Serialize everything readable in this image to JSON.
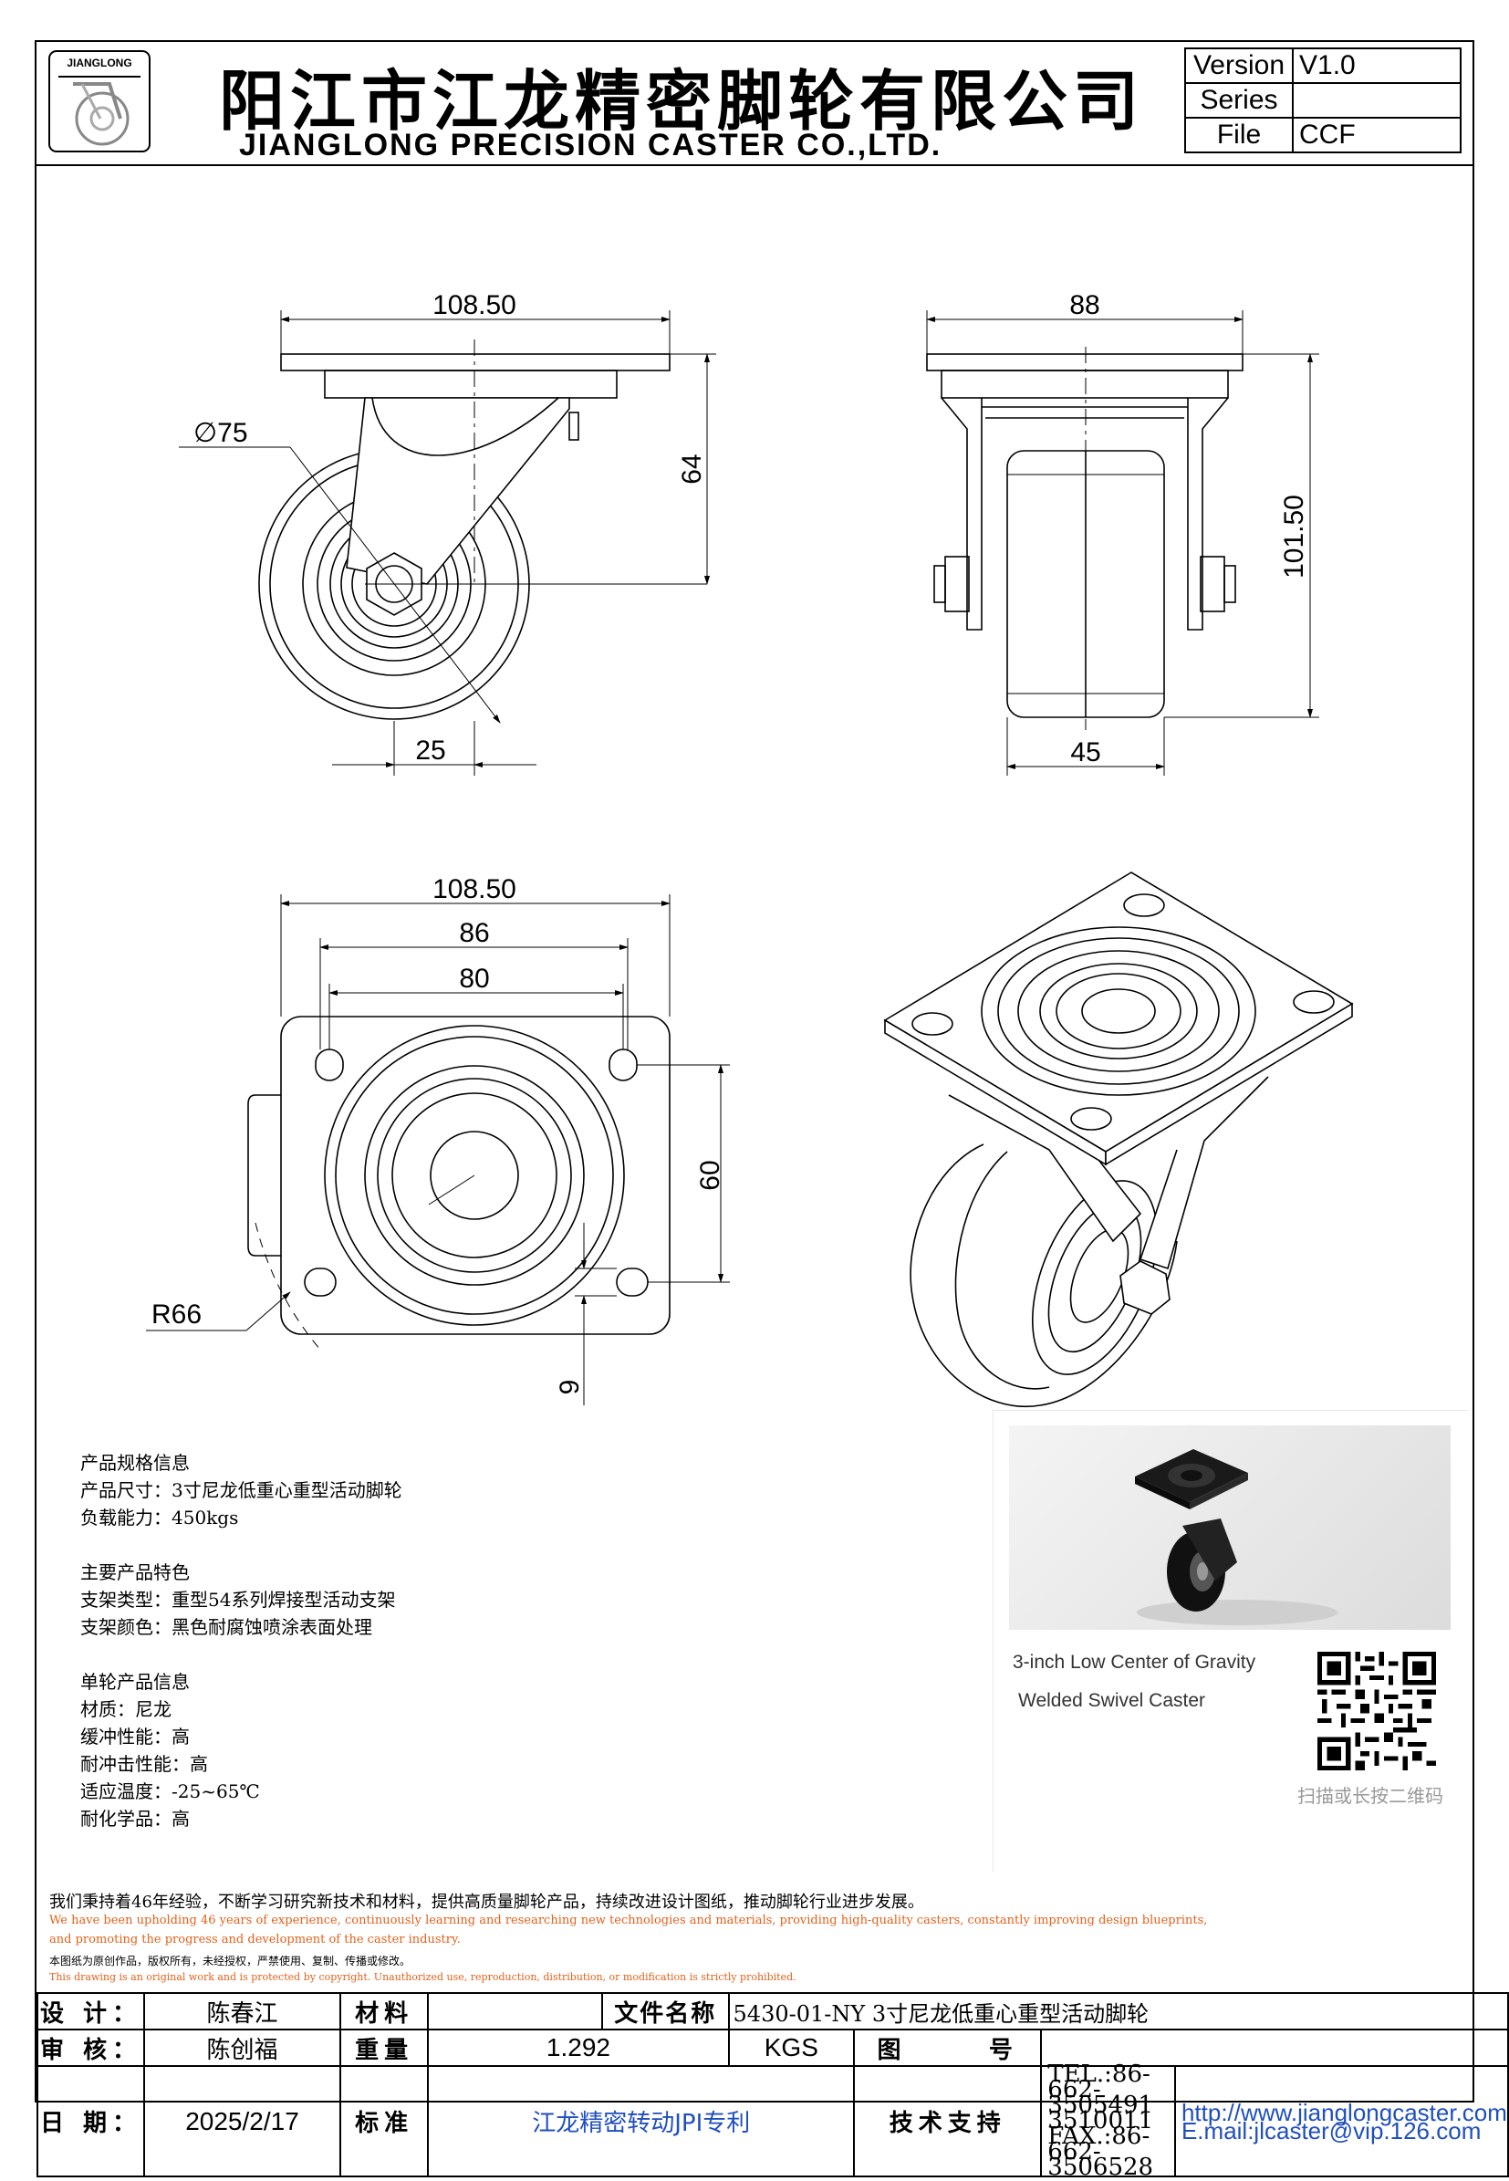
{
  "header": {
    "logo_text": "JIANGLONG",
    "company_cn": "阳江市江龙精密脚轮有限公司",
    "company_en": "JIANGLONG PRECISION CASTER CO.,LTD.",
    "version_label": "Version",
    "version_value": "V1.0",
    "series_label": "Series",
    "series_value": "",
    "file_label": "File",
    "file_value": "CCF"
  },
  "dimensions": {
    "side_width": "108.50",
    "side_height": "64",
    "wheel_diameter": "∅75",
    "offset": "25",
    "front_width": "88",
    "front_height": "101.50",
    "wheel_width": "45",
    "top_width": "108.50",
    "top_hole_span_outer": "86",
    "top_hole_span_inner": "80",
    "top_hole_span_vertical": "60",
    "swivel_radius": "R66",
    "hole_slot": "9"
  },
  "spec": {
    "section1_title": "产品规格信息",
    "section1_lines": [
      "产品尺寸：3寸尼龙低重心重型活动脚轮",
      "负载能力：450kgs"
    ],
    "section2_title": "主要产品特色",
    "section2_lines": [
      "支架类型：重型54系列焊接型活动支架",
      "支架颜色：黑色耐腐蚀喷涂表面处理"
    ],
    "section3_title": "单轮产品信息",
    "section3_lines": [
      "材质：尼龙",
      "缓冲性能：高",
      "耐冲击性能：高",
      "适应温度：-25~65℃",
      "耐化学品：高"
    ]
  },
  "photo": {
    "caption_line1": "3-inch Low Center of Gravity",
    "caption_line2": "Welded Swivel Caster",
    "qr_caption": "扫描或长按二维码"
  },
  "slogans": {
    "cn": "我们秉持着46年经验，不断学习研究新技术和材料，提供高质量脚轮产品，持续改进设计图纸，推动脚轮行业进步发展。",
    "en1": "We have been upholding 46 years of experience, continuously learning and researching new technologies and materials, providing high-quality casters, constantly improving design blueprints,",
    "en2": "and promoting the progress and development of the caster industry.",
    "copyright_cn": "本图纸为原创作品，版权所有，未经授权，严禁使用、复制、传播或修改。",
    "copyright_en": "This drawing is an original work and is protected by copyright. Unauthorized use, reproduction, distribution, or modification is strictly prohibited.",
    "orange": "#e2611b"
  },
  "titleblock": {
    "design_label": "设  计：",
    "design_value": "陈春江",
    "material_label": "材料",
    "material_value": "",
    "part_name_label": "文件名称",
    "part_name_value": "5430-01-NY 3寸尼龙低重心重型活动脚轮",
    "review_label": "审  核：",
    "review_value": "陈创福",
    "weight_label": "重量",
    "weight_value": "1.292",
    "weight_unit": "KGS",
    "drawing_label": "图      号",
    "drawing_value": "",
    "date_label": "日  期：",
    "date_value": "2025/2/17",
    "standard_label": "标准",
    "standard_value": "江龙精密转动JPI专利",
    "support_label": "技术支持",
    "tel": "TEL.:86-662-3505491 3510011",
    "fax": "FAX.:86-662-3506528",
    "website": "http://www.jianglongcaster.com",
    "email": "E.mail:jlcaster@vip.126.com",
    "link_color": "#1f4fbf"
  }
}
